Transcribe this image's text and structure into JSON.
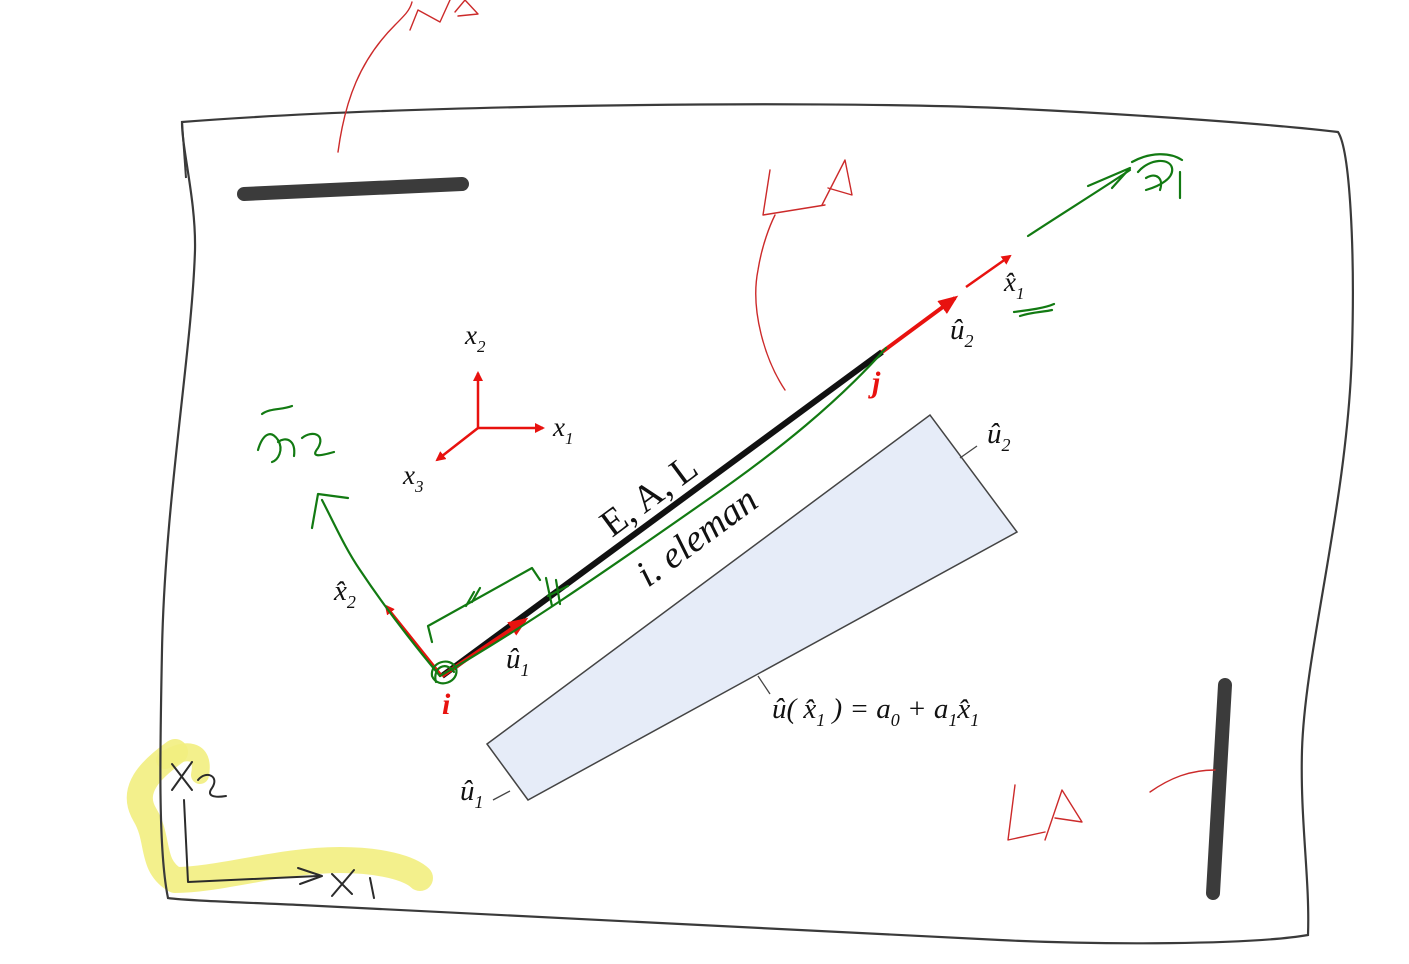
{
  "diagram": {
    "element_properties": "E, A, L",
    "element_name": "i. eleman",
    "node_i": "i",
    "node_j": "j",
    "global_axes": {
      "x1": "x",
      "x1_sub": "1",
      "x2": "x",
      "x2_sub": "2",
      "x3": "x",
      "x3_sub": "3"
    },
    "local_axes": {
      "x1_hat": "x̂",
      "x1_hat_sub": "1",
      "x2_hat": "x̂",
      "x2_hat_sub": "2"
    },
    "displacements": {
      "u1_hat": "û",
      "u1_sub": "1",
      "u2_hat": "û",
      "u2_sub": "2"
    },
    "shape_function": {
      "u": "û(",
      "x": " x̂",
      "x_sub": "1",
      "eq": " ) = a",
      "a0_sub": "0",
      "plus": " + a",
      "a1_sub": "1",
      "x2": "x̂",
      "x2_sub": "1"
    },
    "diagram_labels": {
      "u1_hat": "û",
      "u1_sub": "1",
      "u2_hat": "û",
      "u2_sub": "2"
    }
  },
  "annotations": {
    "green_local_x1": "x₁",
    "green_local_x2": "x2",
    "black_global_x1": "X1",
    "black_global_x2": "X2",
    "red_LA_1": "LA",
    "red_LA_2": "LA",
    "red_LA_3": "LA"
  },
  "colors": {
    "red": "#e8120f",
    "green": "#127a12",
    "dark_red_ink": "#cc2a2a",
    "black": "#111111",
    "panel_fill": "#e6ecf8",
    "highlight": "#f2ee80",
    "ink_gray": "#3a3a3a"
  }
}
